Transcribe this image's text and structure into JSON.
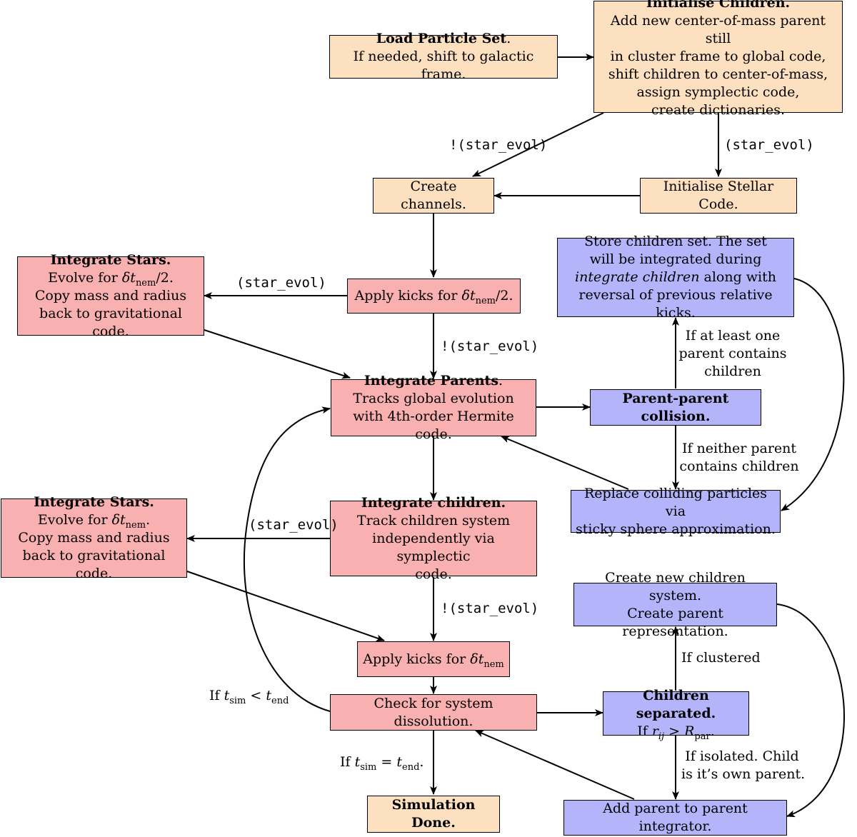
{
  "nodes": {
    "load": {
      "title": "Load Particle Set",
      "lines": [
        "If needed, shift to galactic frame."
      ]
    },
    "init_children": {
      "title": "Initialise Children.",
      "lines": [
        "Add new center-of-mass parent still",
        "in cluster frame to global code,",
        "shift children to center-of-mass,",
        "assign symplectic code,",
        "create dictionaries."
      ]
    },
    "channels": {
      "text": "Create channels."
    },
    "stellar": {
      "text": "Initialise Stellar Code."
    },
    "stars1": {
      "title": "Integrate Stars.",
      "evolve": "Evolve for ",
      "dt_sub": "nem",
      "dt_suffix": "/2.",
      "lines": [
        "Copy mass and radius",
        "back to gravitational code."
      ]
    },
    "kicks1": {
      "prefix": "Apply kicks for ",
      "sub": "nem",
      "suffix": "/2."
    },
    "store": {
      "line1": "Store children set. The set",
      "line2": "will be integrated during",
      "line3_em": "integrate children",
      "line3_rest": " along with",
      "line4": "reversal of previous relative kicks."
    },
    "parents": {
      "title": "Integrate Parents",
      "lines": [
        "Tracks global evolution",
        "with 4th-order Hermite code."
      ]
    },
    "pp": {
      "title": "Parent-parent collision."
    },
    "replace": {
      "lines": [
        "Replace colliding particles via",
        "sticky sphere approximation."
      ]
    },
    "stars2": {
      "title": "Integrate Stars.",
      "evolve": "Evolve for ",
      "dt_sub": "nem",
      "dt_suffix": ".",
      "lines": [
        "Copy mass and radius",
        "back to gravitational code."
      ]
    },
    "children": {
      "title": "Integrate children.",
      "lines": [
        "Track children system",
        "independently via symplectic",
        "code."
      ]
    },
    "newsys": {
      "lines": [
        "Create new children system.",
        "Create parent representation."
      ]
    },
    "kicks2": {
      "prefix": "Apply kicks for ",
      "sub": "nem"
    },
    "dissolve": {
      "text": "Check for system dissolution."
    },
    "separated": {
      "title": "Children separated.",
      "cond_prefix": "If ",
      "cond_var": "r",
      "cond_sub": "ij",
      "cond_op": " > ",
      "cond_R": "R",
      "cond_Rsub": "par"
    },
    "done": {
      "title": "Simulation Done."
    },
    "addparent": {
      "text": "Add parent to parent integrator."
    }
  },
  "labels": {
    "not_star_evol": "!(star_evol)",
    "star_evol": "(star_evol)",
    "at_least_one": [
      "If at least one",
      "parent contains",
      "children"
    ],
    "neither": [
      "If neither parent",
      "contains children"
    ],
    "clustered": "If clustered",
    "isolated": [
      "If isolated. Child",
      "is it’s own parent."
    ],
    "loop": {
      "prefix": "If ",
      "sim": "sim",
      "op": " < ",
      "end": "end"
    },
    "end_cond": {
      "prefix": "If ",
      "sim": "sim",
      "op": " = ",
      "end": "end",
      "suffix": "."
    }
  }
}
